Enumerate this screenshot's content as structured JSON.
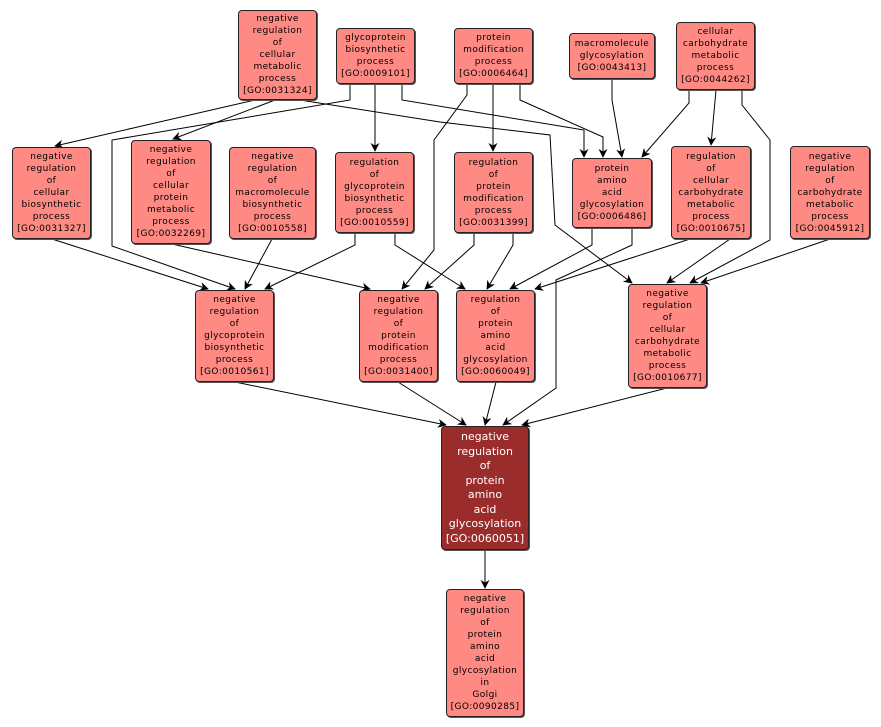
{
  "nodes": [
    {
      "id": "GO:0031324",
      "lines": [
        "negative",
        "regulation",
        "of",
        "cellular",
        "metabolic",
        "process"
      ],
      "label": "[GO:0031324]"
    },
    {
      "id": "GO:0009101",
      "lines": [
        "glycoprotein",
        "biosynthetic",
        "process"
      ],
      "label": "[GO:0009101]"
    },
    {
      "id": "GO:0006464",
      "lines": [
        "protein",
        "modification",
        "process"
      ],
      "label": "[GO:0006464]"
    },
    {
      "id": "GO:0043413",
      "lines": [
        "macromolecule",
        "glycosylation"
      ],
      "label": "[GO:0043413]"
    },
    {
      "id": "GO:0044262",
      "lines": [
        "cellular",
        "carbohydrate",
        "metabolic",
        "process"
      ],
      "label": "[GO:0044262]"
    },
    {
      "id": "GO:0031327",
      "lines": [
        "negative",
        "regulation",
        "of",
        "cellular",
        "biosynthetic",
        "process"
      ],
      "label": "[GO:0031327]"
    },
    {
      "id": "GO:0032269",
      "lines": [
        "negative",
        "regulation",
        "of",
        "cellular",
        "protein",
        "metabolic",
        "process"
      ],
      "label": "[GO:0032269]"
    },
    {
      "id": "GO:0010558",
      "lines": [
        "negative",
        "regulation",
        "of",
        "macromolecule",
        "biosynthetic",
        "process"
      ],
      "label": "[GO:0010558]"
    },
    {
      "id": "GO:0010559",
      "lines": [
        "regulation",
        "of",
        "glycoprotein",
        "biosynthetic",
        "process"
      ],
      "label": "[GO:0010559]"
    },
    {
      "id": "GO:0031399",
      "lines": [
        "regulation",
        "of",
        "protein",
        "modification",
        "process"
      ],
      "label": "[GO:0031399]"
    },
    {
      "id": "GO:0006486",
      "lines": [
        "protein",
        "amino",
        "acid",
        "glycosylation"
      ],
      "label": "[GO:0006486]"
    },
    {
      "id": "GO:0010675",
      "lines": [
        "regulation",
        "of",
        "cellular",
        "carbohydrate",
        "metabolic",
        "process"
      ],
      "label": "[GO:0010675]"
    },
    {
      "id": "GO:0045912",
      "lines": [
        "negative",
        "regulation",
        "of",
        "carbohydrate",
        "metabolic",
        "process"
      ],
      "label": "[GO:0045912]"
    },
    {
      "id": "GO:0010561",
      "lines": [
        "negative",
        "regulation",
        "of",
        "glycoprotein",
        "biosynthetic",
        "process"
      ],
      "label": "[GO:0010561]"
    },
    {
      "id": "GO:0031400",
      "lines": [
        "negative",
        "regulation",
        "of",
        "protein",
        "modification",
        "process"
      ],
      "label": "[GO:0031400]"
    },
    {
      "id": "GO:0060049",
      "lines": [
        "regulation",
        "of",
        "protein",
        "amino",
        "acid",
        "glycosylation"
      ],
      "label": "[GO:0060049]"
    },
    {
      "id": "GO:0010677",
      "lines": [
        "negative",
        "regulation",
        "of",
        "cellular",
        "carbohydrate",
        "metabolic",
        "process"
      ],
      "label": "[GO:0010677]"
    },
    {
      "id": "GO:0060051",
      "lines": [
        "negative",
        "regulation",
        "of",
        "protein",
        "amino",
        "acid",
        "glycosylation"
      ],
      "label": "[GO:0060051]",
      "focus": true
    },
    {
      "id": "GO:0090285",
      "lines": [
        "negative",
        "regulation",
        "of",
        "protein",
        "amino",
        "acid",
        "glycosylation",
        "in",
        "Golgi"
      ],
      "label": "[GO:0090285]"
    }
  ],
  "edges": [
    [
      "GO:0031324",
      "GO:0031327"
    ],
    [
      "GO:0031324",
      "GO:0032269"
    ],
    [
      "GO:0031324",
      "GO:0010677"
    ],
    [
      "GO:0009101",
      "GO:0010559"
    ],
    [
      "GO:0009101",
      "GO:0010561"
    ],
    [
      "GO:0009101",
      "GO:0006486"
    ],
    [
      "GO:0006464",
      "GO:0031399"
    ],
    [
      "GO:0006464",
      "GO:0031400"
    ],
    [
      "GO:0006464",
      "GO:0006486"
    ],
    [
      "GO:0043413",
      "GO:0006486"
    ],
    [
      "GO:0044262",
      "GO:0006486"
    ],
    [
      "GO:0044262",
      "GO:0010675"
    ],
    [
      "GO:0044262",
      "GO:0010677"
    ],
    [
      "GO:0031327",
      "GO:0010561"
    ],
    [
      "GO:0032269",
      "GO:0031400"
    ],
    [
      "GO:0010558",
      "GO:0010561"
    ],
    [
      "GO:0010559",
      "GO:0010561"
    ],
    [
      "GO:0010559",
      "GO:0060049"
    ],
    [
      "GO:0031399",
      "GO:0031400"
    ],
    [
      "GO:0031399",
      "GO:0060049"
    ],
    [
      "GO:0006486",
      "GO:0060049"
    ],
    [
      "GO:0006486",
      "GO:0060051"
    ],
    [
      "GO:0010675",
      "GO:0060049"
    ],
    [
      "GO:0010675",
      "GO:0010677"
    ],
    [
      "GO:0045912",
      "GO:0010677"
    ],
    [
      "GO:0010561",
      "GO:0060051"
    ],
    [
      "GO:0031400",
      "GO:0060051"
    ],
    [
      "GO:0060049",
      "GO:0060051"
    ],
    [
      "GO:0010677",
      "GO:0060051"
    ],
    [
      "GO:0060051",
      "GO:0090285"
    ]
  ],
  "colors": {
    "node_fill": "#ff8a84",
    "focus_fill": "#9b2c2c",
    "edge": "#000000"
  }
}
